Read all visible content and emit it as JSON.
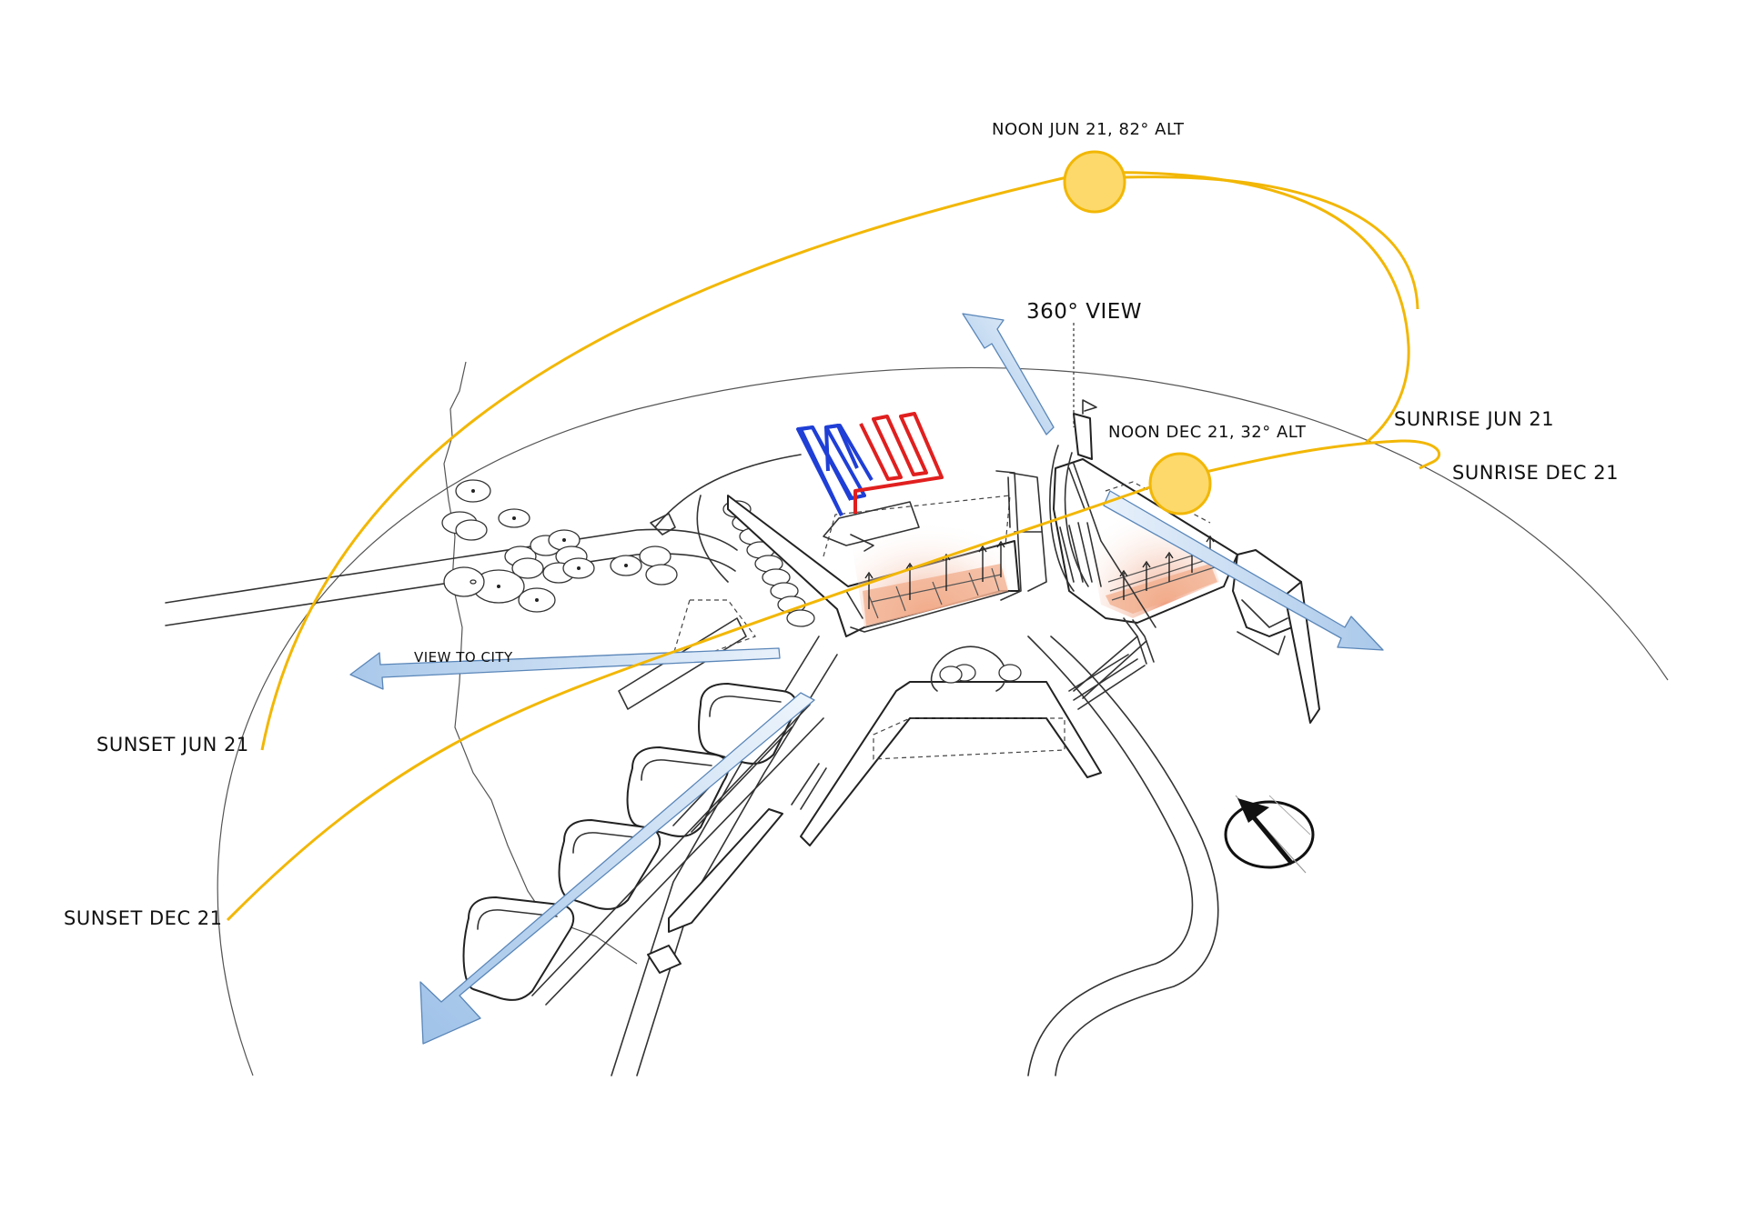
{
  "labels": {
    "noon_jun": "NOON JUN 21, 82° ALT",
    "view_360": "360° VIEW",
    "noon_dec": "NOON DEC 21, 32° ALT",
    "sunrise_jun": "SUNRISE JUN 21",
    "sunrise_dec": "SUNRISE DEC 21",
    "view_city": "VIEW TO CITY",
    "sunset_jun": "SUNSET JUN 21",
    "sunset_dec": "SUNSET DEC 21"
  },
  "colors": {
    "sun_path": "#f2b705",
    "sun_fill": "#fcd96a",
    "sun_stroke": "#f2b705",
    "view_arrow": "#b9d4ef",
    "heat": "#f0a585",
    "loop_cold": "#1f3fd6",
    "loop_hot": "#e0201f",
    "line": "#333333"
  },
  "icons": {
    "north_arrow": "north-arrow-icon"
  }
}
